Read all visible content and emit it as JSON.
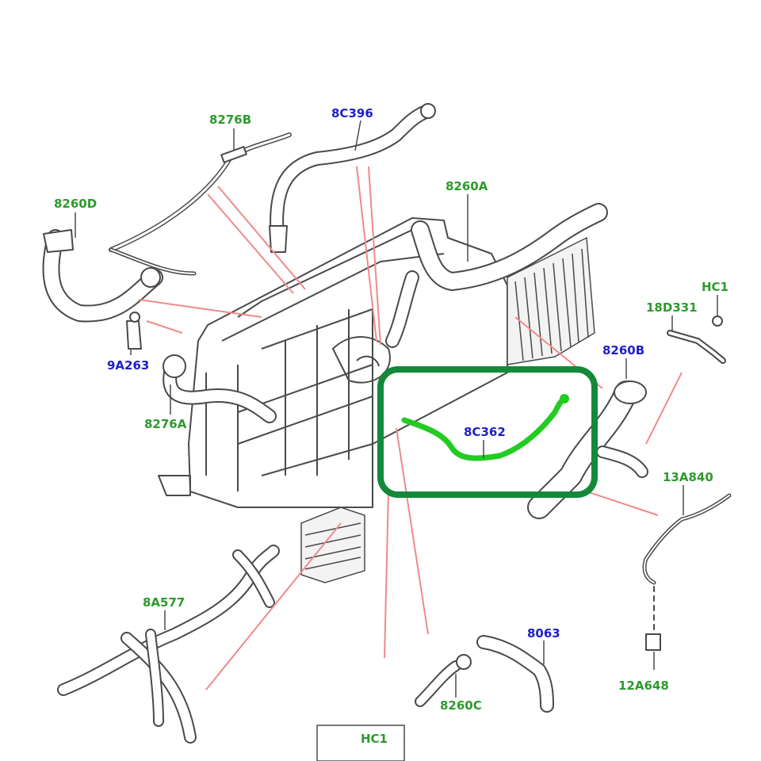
{
  "colors": {
    "label_green": "#2e9a2e",
    "label_blue": "#2020c8",
    "leader_red": "#f08a8a",
    "outline_gray": "#4a4a4a",
    "highlight_frame": "#128a3a",
    "highlight_part": "#22cc22"
  },
  "labels": [
    {
      "id": "8276B",
      "text": "8276B",
      "color": "green"
    },
    {
      "id": "8C396",
      "text": "8C396",
      "color": "blue"
    },
    {
      "id": "8260A",
      "text": "8260A",
      "color": "green"
    },
    {
      "id": "8260D",
      "text": "8260D",
      "color": "green"
    },
    {
      "id": "HC1_top",
      "text": "HC1",
      "color": "green"
    },
    {
      "id": "18D331",
      "text": "18D331",
      "color": "green"
    },
    {
      "id": "9A263",
      "text": "9A263",
      "color": "blue"
    },
    {
      "id": "8260B",
      "text": "8260B",
      "color": "blue"
    },
    {
      "id": "8276A",
      "text": "8276A",
      "color": "green"
    },
    {
      "id": "8C362",
      "text": "8C362",
      "color": "blue"
    },
    {
      "id": "13A840",
      "text": "13A840",
      "color": "green"
    },
    {
      "id": "8A577",
      "text": "8A577",
      "color": "green"
    },
    {
      "id": "8063",
      "text": "8063",
      "color": "blue"
    },
    {
      "id": "12A648",
      "text": "12A648",
      "color": "green"
    },
    {
      "id": "8260C",
      "text": "8260C",
      "color": "green"
    },
    {
      "id": "HC1_bottom",
      "text": "HC1",
      "color": "green"
    }
  ]
}
